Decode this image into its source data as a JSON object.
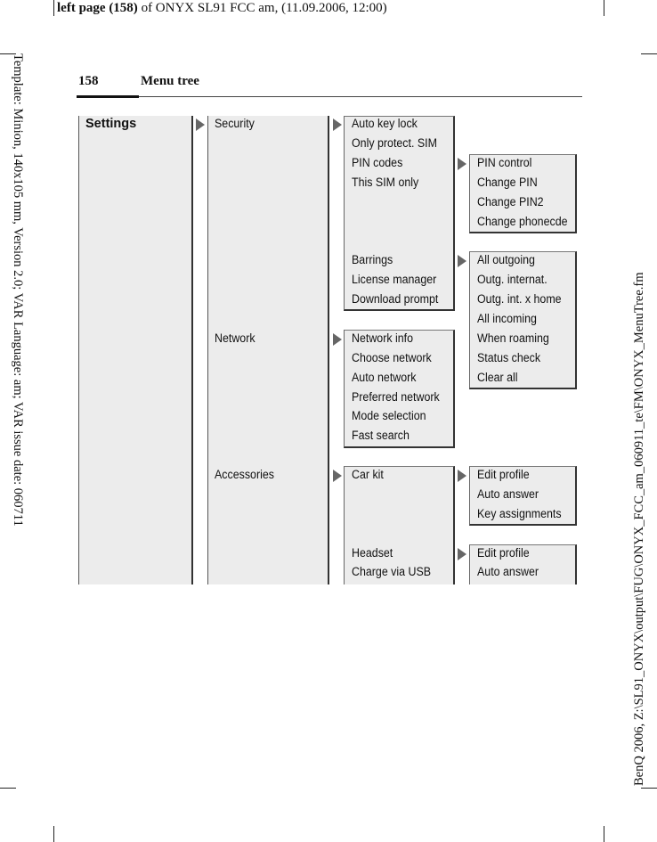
{
  "header": {
    "bold_part": "left page (158)",
    "rest": " of ONYX SL91 FCC am, (11.09.2006, 12:00)"
  },
  "side_text": {
    "left": "Template: Minion, 140x105 mm, Version 2.0; VAR Language: am; VAR issue date: 060711",
    "right": "BenQ 2006, Z:\\SL91_ONYX\\output\\FUG\\ONYX_FCC_am_060911_te\\FM\\ONYX_MenuTree.fm"
  },
  "page": {
    "number": "158",
    "title": "Menu tree"
  },
  "menu": {
    "root": "Settings",
    "level1": {
      "security": "Security",
      "network": "Network",
      "accessories": "Accessories"
    },
    "security_items": [
      "Auto key lock",
      "Only protect. SIM",
      "PIN codes",
      "This SIM only",
      "Barrings",
      "License manager",
      "Download prompt"
    ],
    "pin_codes_items": [
      "PIN control",
      "Change PIN",
      "Change PIN2",
      "Change phonecde"
    ],
    "barrings_items": [
      "All outgoing",
      "Outg. internat.",
      "Outg. int. x home",
      "All incoming",
      "When roaming",
      "Status check",
      "Clear all"
    ],
    "network_items": [
      "Network info",
      "Choose network",
      "Auto network",
      "Preferred network",
      "Mode selection",
      "Fast search"
    ],
    "accessories_items": [
      "Car kit",
      "Headset",
      "Charge via USB"
    ],
    "car_kit_items": [
      "Edit profile",
      "Auto answer",
      "Key assignments"
    ],
    "headset_items": [
      "Edit profile",
      "Auto answer"
    ]
  }
}
